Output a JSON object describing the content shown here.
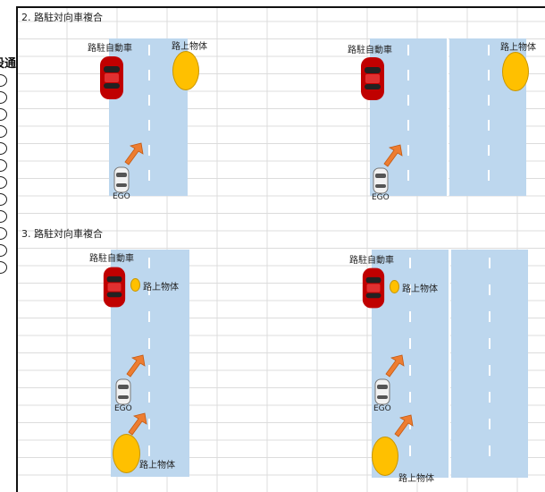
{
  "sheet": {
    "left_column_header": "設通",
    "left_column_rows": [
      "○",
      "○",
      "○",
      "○",
      "○",
      "○",
      "○",
      "○",
      "○",
      "○",
      "○",
      "○"
    ]
  },
  "sections": [
    {
      "title": "2. 路駐対向車複合",
      "scenes": [
        {
          "parked_label": "路駐自動車",
          "object_label": "路上物体",
          "ego_label": "EGO"
        },
        {
          "parked_label": "路駐自動車",
          "object_label": "路上物体",
          "ego_label": "EGO"
        }
      ]
    },
    {
      "title": "3. 路駐対向車複合",
      "scenes": [
        {
          "parked_label": "路駐自動車",
          "object_label": "路上物体",
          "ego_label": "EGO",
          "object2_label": "路上物体"
        },
        {
          "parked_label": "路駐自動車",
          "object_label": "路上物体",
          "ego_label": "EGO",
          "object2_label": "路上物体"
        }
      ]
    }
  ],
  "colors": {
    "road": "#bdd7ee",
    "object": "#ffc000",
    "parked_car": "#c00000",
    "ego_car": "#f2f2f2",
    "arrow": "#ed7d31",
    "grid": "#dcdcdc"
  },
  "icons": {
    "parked_car": "red-car-icon",
    "ego_car": "white-car-icon",
    "direction": "arrow-up-right-icon"
  }
}
